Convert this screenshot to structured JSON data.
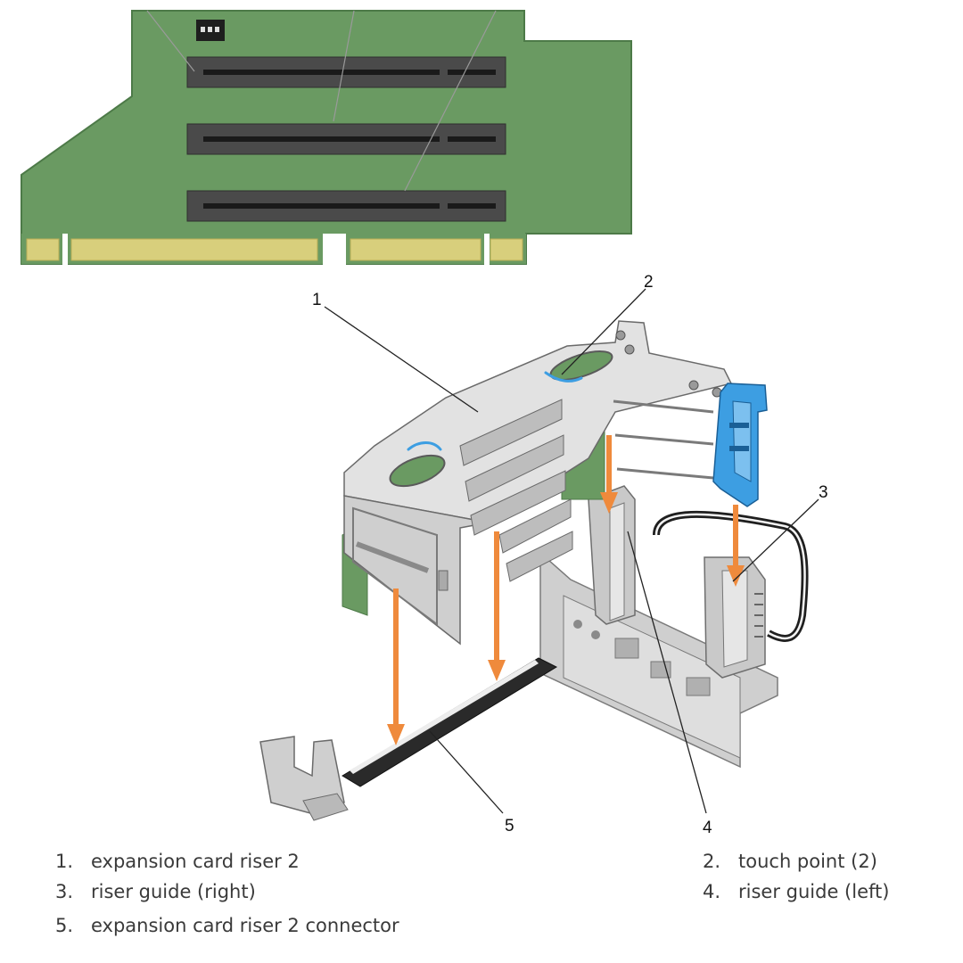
{
  "colors": {
    "pcb_green": "#6a9a62",
    "pcb_edge": "#4d7a48",
    "slot_dark": "#4a4a4a",
    "gold_contact": "#d8cf7c",
    "metal_light": "#dedede",
    "metal_mid": "#c4c4c4",
    "metal_dark": "#8a8a8a",
    "guide_blue": "#3d9ee2",
    "arrow_orange": "#ef8a3c",
    "leader_line": "#222222"
  },
  "icons": {
    "arrows": "down-arrow-icon",
    "touch_marks": "touch-point-arc-icon"
  },
  "callouts": [
    {
      "num": "1",
      "label": "expansion card riser 2"
    },
    {
      "num": "2",
      "label": "touch point (2)"
    },
    {
      "num": "3",
      "label": "riser guide (right)"
    },
    {
      "num": "4",
      "label": "riser guide (left)"
    },
    {
      "num": "5",
      "label": "expansion card riser 2 connector"
    }
  ],
  "legend": [
    {
      "num": "1.",
      "label": "expansion card riser 2"
    },
    {
      "num": "2.",
      "label": "touch point (2)"
    },
    {
      "num": "3.",
      "label": "riser guide (right)"
    },
    {
      "num": "4.",
      "label": "riser guide (left)"
    },
    {
      "num": "5.",
      "label": "expansion card riser 2 connector"
    }
  ]
}
